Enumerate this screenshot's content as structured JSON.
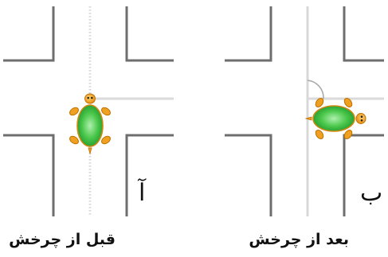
{
  "panels": {
    "left": {
      "letter": "آ",
      "caption": "قبل از چرخش"
    },
    "right": {
      "letter": "ب",
      "caption": "بعد از چرخش"
    }
  },
  "colors": {
    "road_edge": "#6e6e6e",
    "center_line": "#d4d4d4",
    "shell_light": "#7fe07f",
    "shell_dark": "#1f9a2e",
    "body_orange": "#f0a020",
    "outline": "#c07000"
  },
  "icons": [
    "turtle-icon",
    "rotation-arc-icon"
  ]
}
